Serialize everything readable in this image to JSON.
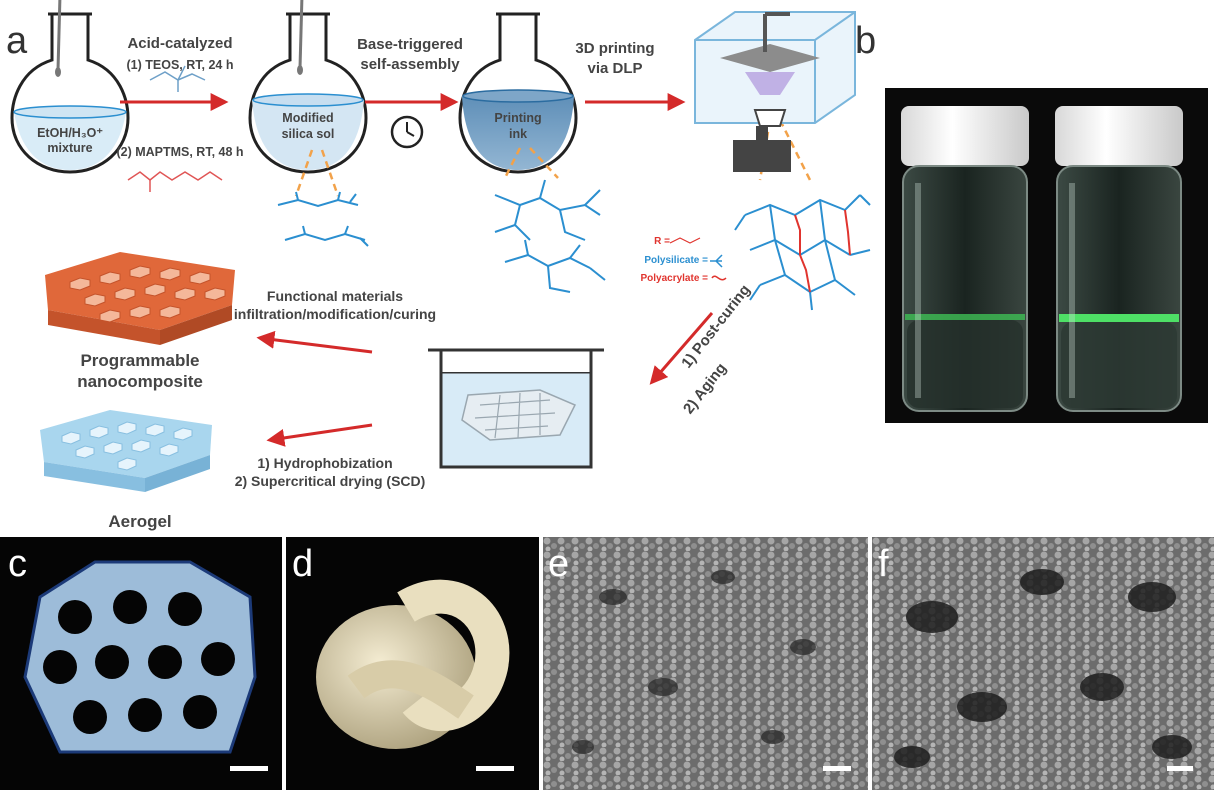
{
  "panel_labels": {
    "a": "a",
    "b": "b",
    "c": "c",
    "d": "d",
    "e": "e",
    "f": "f"
  },
  "flask_labels": {
    "flask1_line1": "EtOH/H₃O⁺",
    "flask1_line2": "mixture",
    "flask2_line1": "Modified",
    "flask2_line2": "silica sol",
    "flask3_line1": "Printing",
    "flask3_line2": "ink"
  },
  "steps": {
    "acid_title": "Acid-catalyzed",
    "acid_step1": "(1) TEOS, RT, 24 h",
    "acid_step2": "(2) MAPTMS, RT, 48 h",
    "base_line1": "Base-triggered",
    "base_line2": "self-assembly",
    "print_line1": "3D printing",
    "print_line2": "via DLP",
    "post_curing": "1) Post-curing",
    "aging": "2) Aging",
    "functional_line1": "Functional materials",
    "functional_line2": "infiltration/modification/curing",
    "hydro_line1": "1) Hydrophobization",
    "hydro_line2": "2) Supercritical drying (SCD)"
  },
  "products": {
    "nano_line1": "Programmable",
    "nano_line2": "nanocomposite",
    "aerogel": "Aerogel"
  },
  "legend": {
    "r_label": "R =",
    "polysilicate": "Polysilicate =",
    "polyacrylate": "Polyacrylate ="
  },
  "colors": {
    "arrow_red": "#d42a2a",
    "polysilicate_blue": "#2b8fd0",
    "polyacrylate_red": "#e0342e",
    "nanocomposite_orange": "#e0683a",
    "aerogel_blue": "#a9d6ee"
  }
}
